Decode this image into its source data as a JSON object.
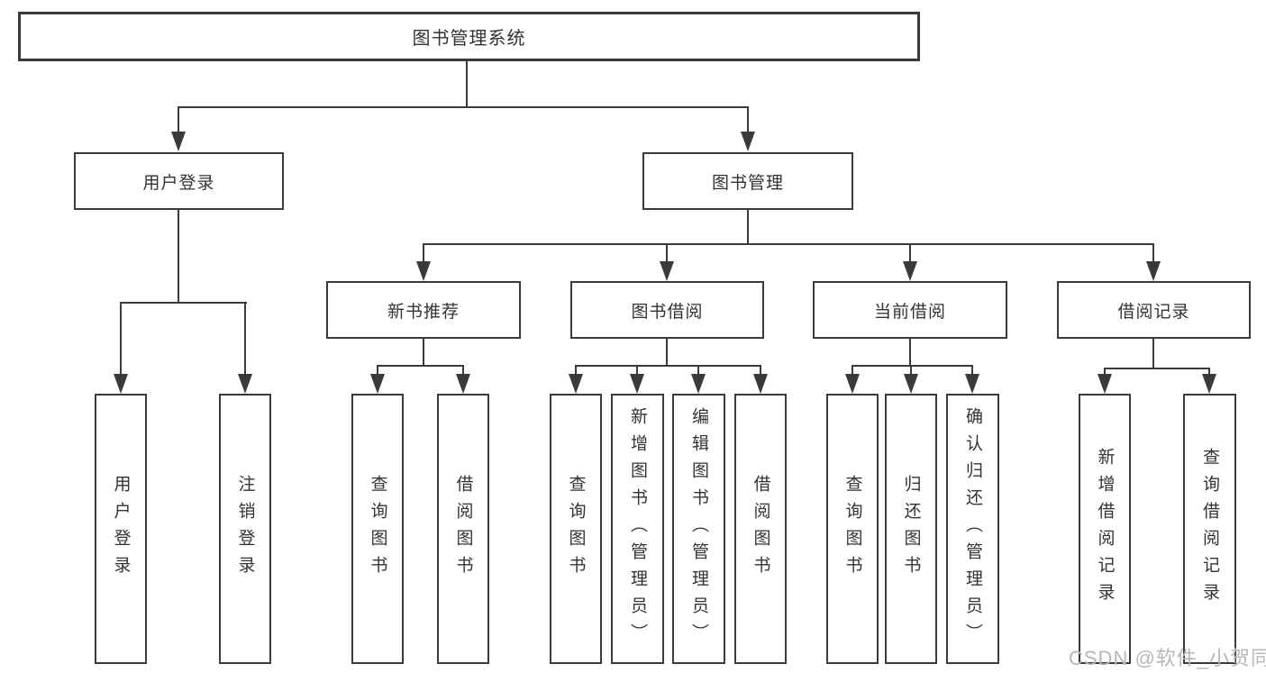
{
  "colors": {
    "line": "#3a3a3a",
    "node_border": "#3a3a3a",
    "node_text": "#333333",
    "background": "#ffffff",
    "watermark_text": "#b7b7bb"
  },
  "diagram": {
    "root": {
      "label": "图书管理系统"
    },
    "level2": [
      {
        "label": "用户登录"
      },
      {
        "label": "图书管理"
      }
    ],
    "level3": [
      {
        "label": "新书推荐",
        "parent": "图书管理"
      },
      {
        "label": "图书借阅",
        "parent": "图书管理"
      },
      {
        "label": "当前借阅",
        "parent": "图书管理"
      },
      {
        "label": "借阅记录",
        "parent": "图书管理"
      }
    ],
    "leaves": [
      {
        "label": "用户登录",
        "parent": "用户登录"
      },
      {
        "label": "注销登录",
        "parent": "用户登录"
      },
      {
        "label": "查询图书",
        "parent": "新书推荐"
      },
      {
        "label": "借阅图书",
        "parent": "新书推荐"
      },
      {
        "label": "查询图书",
        "parent": "图书借阅"
      },
      {
        "label": "新增图书（管理员）",
        "parent": "图书借阅"
      },
      {
        "label": "编辑图书（管理员）",
        "parent": "图书借阅"
      },
      {
        "label": "借阅图书",
        "parent": "图书借阅"
      },
      {
        "label": "查询图书",
        "parent": "当前借阅"
      },
      {
        "label": "归还图书",
        "parent": "当前借阅"
      },
      {
        "label": "确认归还（管理员）",
        "parent": "当前借阅"
      },
      {
        "label": "新增借阅记录",
        "parent": "借阅记录"
      },
      {
        "label": "查询借阅记录",
        "parent": "借阅记录"
      }
    ]
  },
  "watermark": {
    "text": "CSDN @软件_小贺同学"
  }
}
